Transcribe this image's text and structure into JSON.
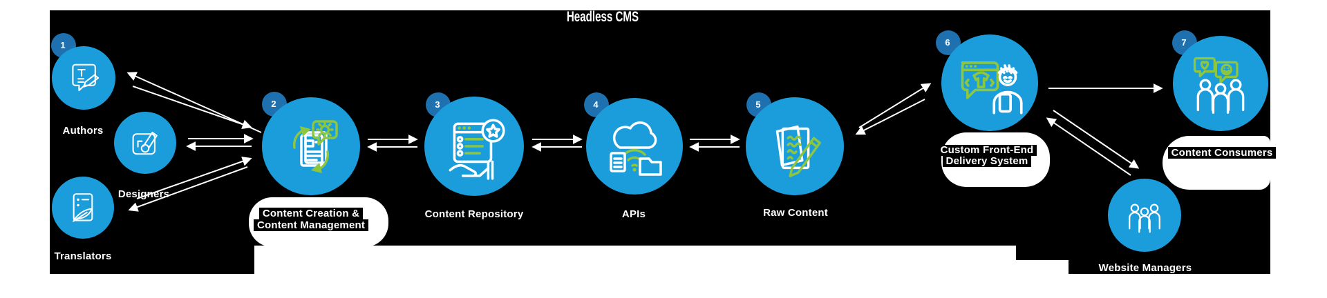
{
  "title": "Headless CMS",
  "colors": {
    "circle_blue": "#1C9DDB",
    "badge_blue": "#1E70AF",
    "accent_green": "#8DC63F",
    "panel_black": "#000000",
    "arrow_white": "#FFFFFF",
    "label_white": "#FFFFFF"
  },
  "nodes": [
    {
      "id": "authors",
      "badge": "1",
      "label": "Authors",
      "icon": "author-document-icon"
    },
    {
      "id": "designers",
      "badge": "",
      "label": "Designers",
      "icon": "design-canvas-icon"
    },
    {
      "id": "translators",
      "badge": "",
      "label": "Translators",
      "icon": "translator-quill-icon"
    },
    {
      "id": "content-creation",
      "badge": "2",
      "line1": "Content Creation &",
      "line2": "Content Management",
      "icon": "content-sync-icon"
    },
    {
      "id": "content-repository",
      "badge": "3",
      "label": "Content Repository",
      "icon": "repository-window-icon"
    },
    {
      "id": "apis",
      "badge": "4",
      "label": "APIs",
      "icon": "cloud-api-icon"
    },
    {
      "id": "raw-content",
      "badge": "5",
      "label": "Raw Content",
      "icon": "raw-pages-icon"
    },
    {
      "id": "custom-frontend",
      "badge": "6",
      "line1": "Custom Front-End",
      "line2": "Delivery System",
      "icon": "storefront-person-icon"
    },
    {
      "id": "content-consumers",
      "badge": "7",
      "label": "Content Consumers",
      "icon": "feedback-people-icon"
    },
    {
      "id": "website-managers",
      "badge": "",
      "label": "Website Managers",
      "icon": "people-group-icon"
    }
  ],
  "connections": [
    {
      "from": "content-creation",
      "to": "authors",
      "line": [
        378,
        192,
        186,
        106
      ]
    },
    {
      "from": "authors",
      "to": "content-creation",
      "line": [
        192,
        125,
        362,
        184
      ]
    },
    {
      "from": "designers",
      "to": "content-creation",
      "line": [
        272,
        201,
        364,
        201
      ]
    },
    {
      "from": "content-creation",
      "to": "designers",
      "line": [
        364,
        212,
        272,
        212
      ]
    },
    {
      "from": "translators",
      "to": "content-creation",
      "line": [
        198,
        288,
        362,
        230
      ]
    },
    {
      "from": "content-creation",
      "to": "translators",
      "line": [
        358,
        242,
        188,
        304
      ]
    },
    {
      "from": "content-creation",
      "to": "content-repository",
      "line": [
        532,
        202,
        602,
        202
      ]
    },
    {
      "from": "content-repository",
      "to": "content-creation",
      "line": [
        604,
        213,
        534,
        213
      ]
    },
    {
      "from": "content-repository",
      "to": "apis",
      "line": [
        770,
        202,
        840,
        202
      ]
    },
    {
      "from": "apis",
      "to": "content-repository",
      "line": [
        842,
        213,
        772,
        213
      ]
    },
    {
      "from": "apis",
      "to": "raw-content",
      "line": [
        998,
        202,
        1068,
        202
      ]
    },
    {
      "from": "raw-content",
      "to": "apis",
      "line": [
        1070,
        213,
        1000,
        213
      ]
    },
    {
      "from": "raw-content",
      "to": "custom-frontend",
      "line": [
        1243,
        185,
        1345,
        122
      ]
    },
    {
      "from": "custom-frontend",
      "to": "raw-content",
      "line": [
        1338,
        144,
        1240,
        194
      ]
    },
    {
      "from": "custom-frontend",
      "to": "content-consumers",
      "line": [
        1517,
        128,
        1680,
        128
      ]
    },
    {
      "from": "custom-frontend",
      "to": "website-managers",
      "line": [
        1524,
        160,
        1646,
        243
      ]
    },
    {
      "from": "website-managers",
      "to": "custom-frontend",
      "line": [
        1636,
        254,
        1516,
        172
      ]
    }
  ]
}
